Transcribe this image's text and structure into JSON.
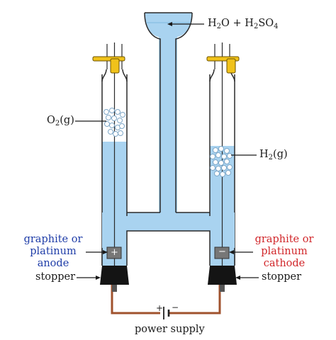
{
  "labels": {
    "top_solution": {
      "a": "H",
      "b": "2",
      "c": "O + H",
      "d": "2",
      "e": "SO",
      "f": "4"
    },
    "oxygen": {
      "a": "O",
      "b": "2",
      "c": "(g)"
    },
    "hydrogen": {
      "a": "H",
      "b": "2",
      "c": "(g)"
    },
    "anode": {
      "line1": "graphite or",
      "line2": "platinum",
      "line3": "anode"
    },
    "cathode": {
      "line1": "graphite or",
      "line2": "platinum",
      "line3": "cathode"
    },
    "stopper_left": "stopper",
    "stopper_right": "stopper",
    "power_supply": "power supply",
    "plus_sign": "+",
    "minus_sign": "−",
    "battery_plus": "+",
    "battery_minus": "−"
  },
  "colors": {
    "solution": "#a9d3f0",
    "tube_outline": "#2a2a2a",
    "clamp": "#f0c21a",
    "wire": "#a0522d",
    "anode_text": "#1f3da8",
    "cathode_text": "#d1262a"
  }
}
